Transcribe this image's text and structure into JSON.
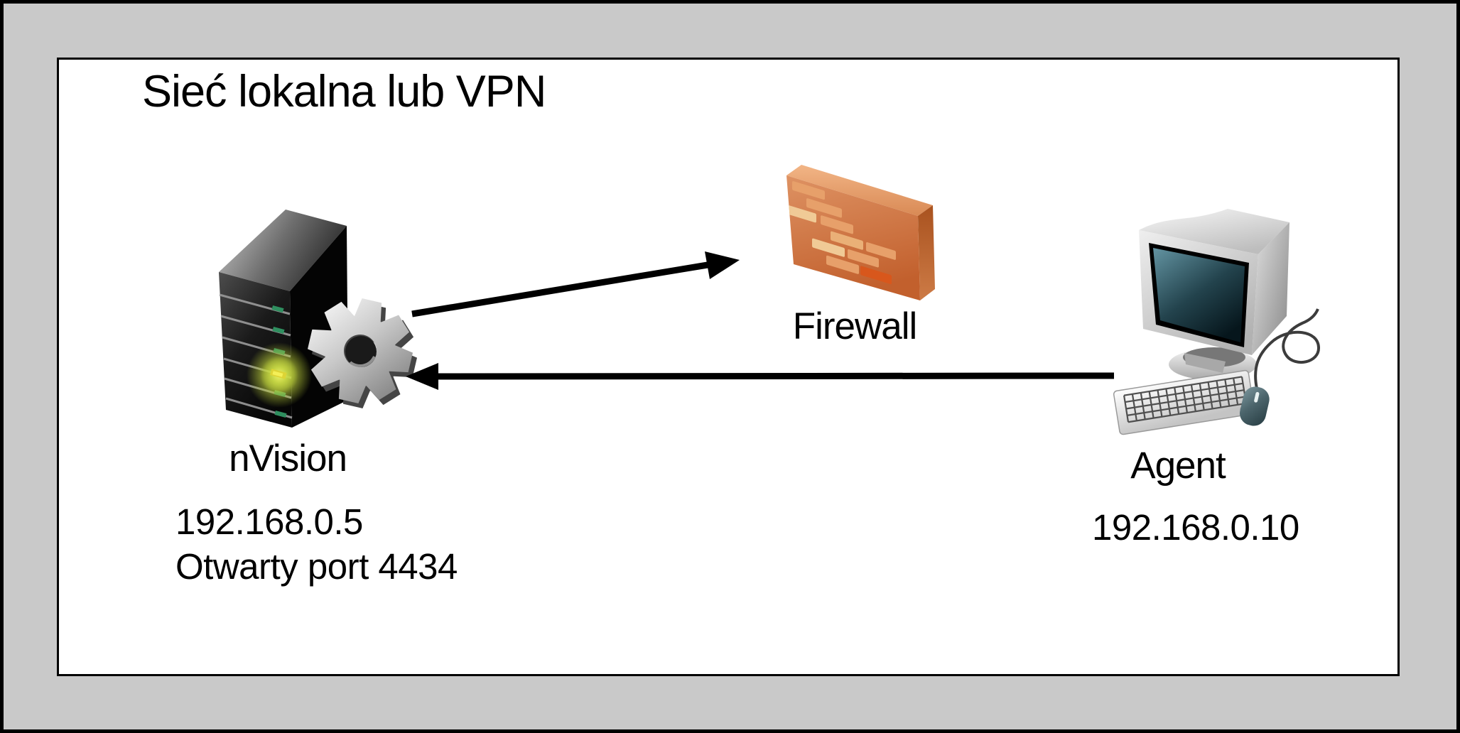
{
  "diagram": {
    "title": "Sieć lokalna lub VPN",
    "background_color": "#c9c9c9",
    "panel_color": "#ffffff",
    "border_color": "#000000",
    "text_color": "#000000",
    "nodes": [
      {
        "id": "nvision",
        "label": "nVision",
        "icon": "server-tower-with-gear-icon",
        "annotations": [
          "192.168.0.5",
          "Otwarty port 4434"
        ]
      },
      {
        "id": "firewall",
        "label": "Firewall",
        "icon": "brick-wall-icon",
        "annotations": []
      },
      {
        "id": "agent",
        "label": "Agent",
        "icon": "desktop-computer-icon",
        "annotations": [
          "192.168.0.10"
        ]
      }
    ],
    "edges": [
      {
        "from": "nVision",
        "to": "Firewall",
        "style": "solid-black-arrow"
      },
      {
        "from": "Agent",
        "to": "nVision",
        "style": "solid-black-arrow"
      }
    ],
    "accent_colors": {
      "arrow": "#000000",
      "firewall_brick": "#d47a48",
      "firewall_brick_light": "#efc793",
      "gear_metal": "#c9c9c9",
      "server_body": "#0c0c0c",
      "led_green": "#2f8f5f",
      "led_glow_yellow": "#e0d830",
      "screen_teal": "#3c6a77"
    }
  }
}
